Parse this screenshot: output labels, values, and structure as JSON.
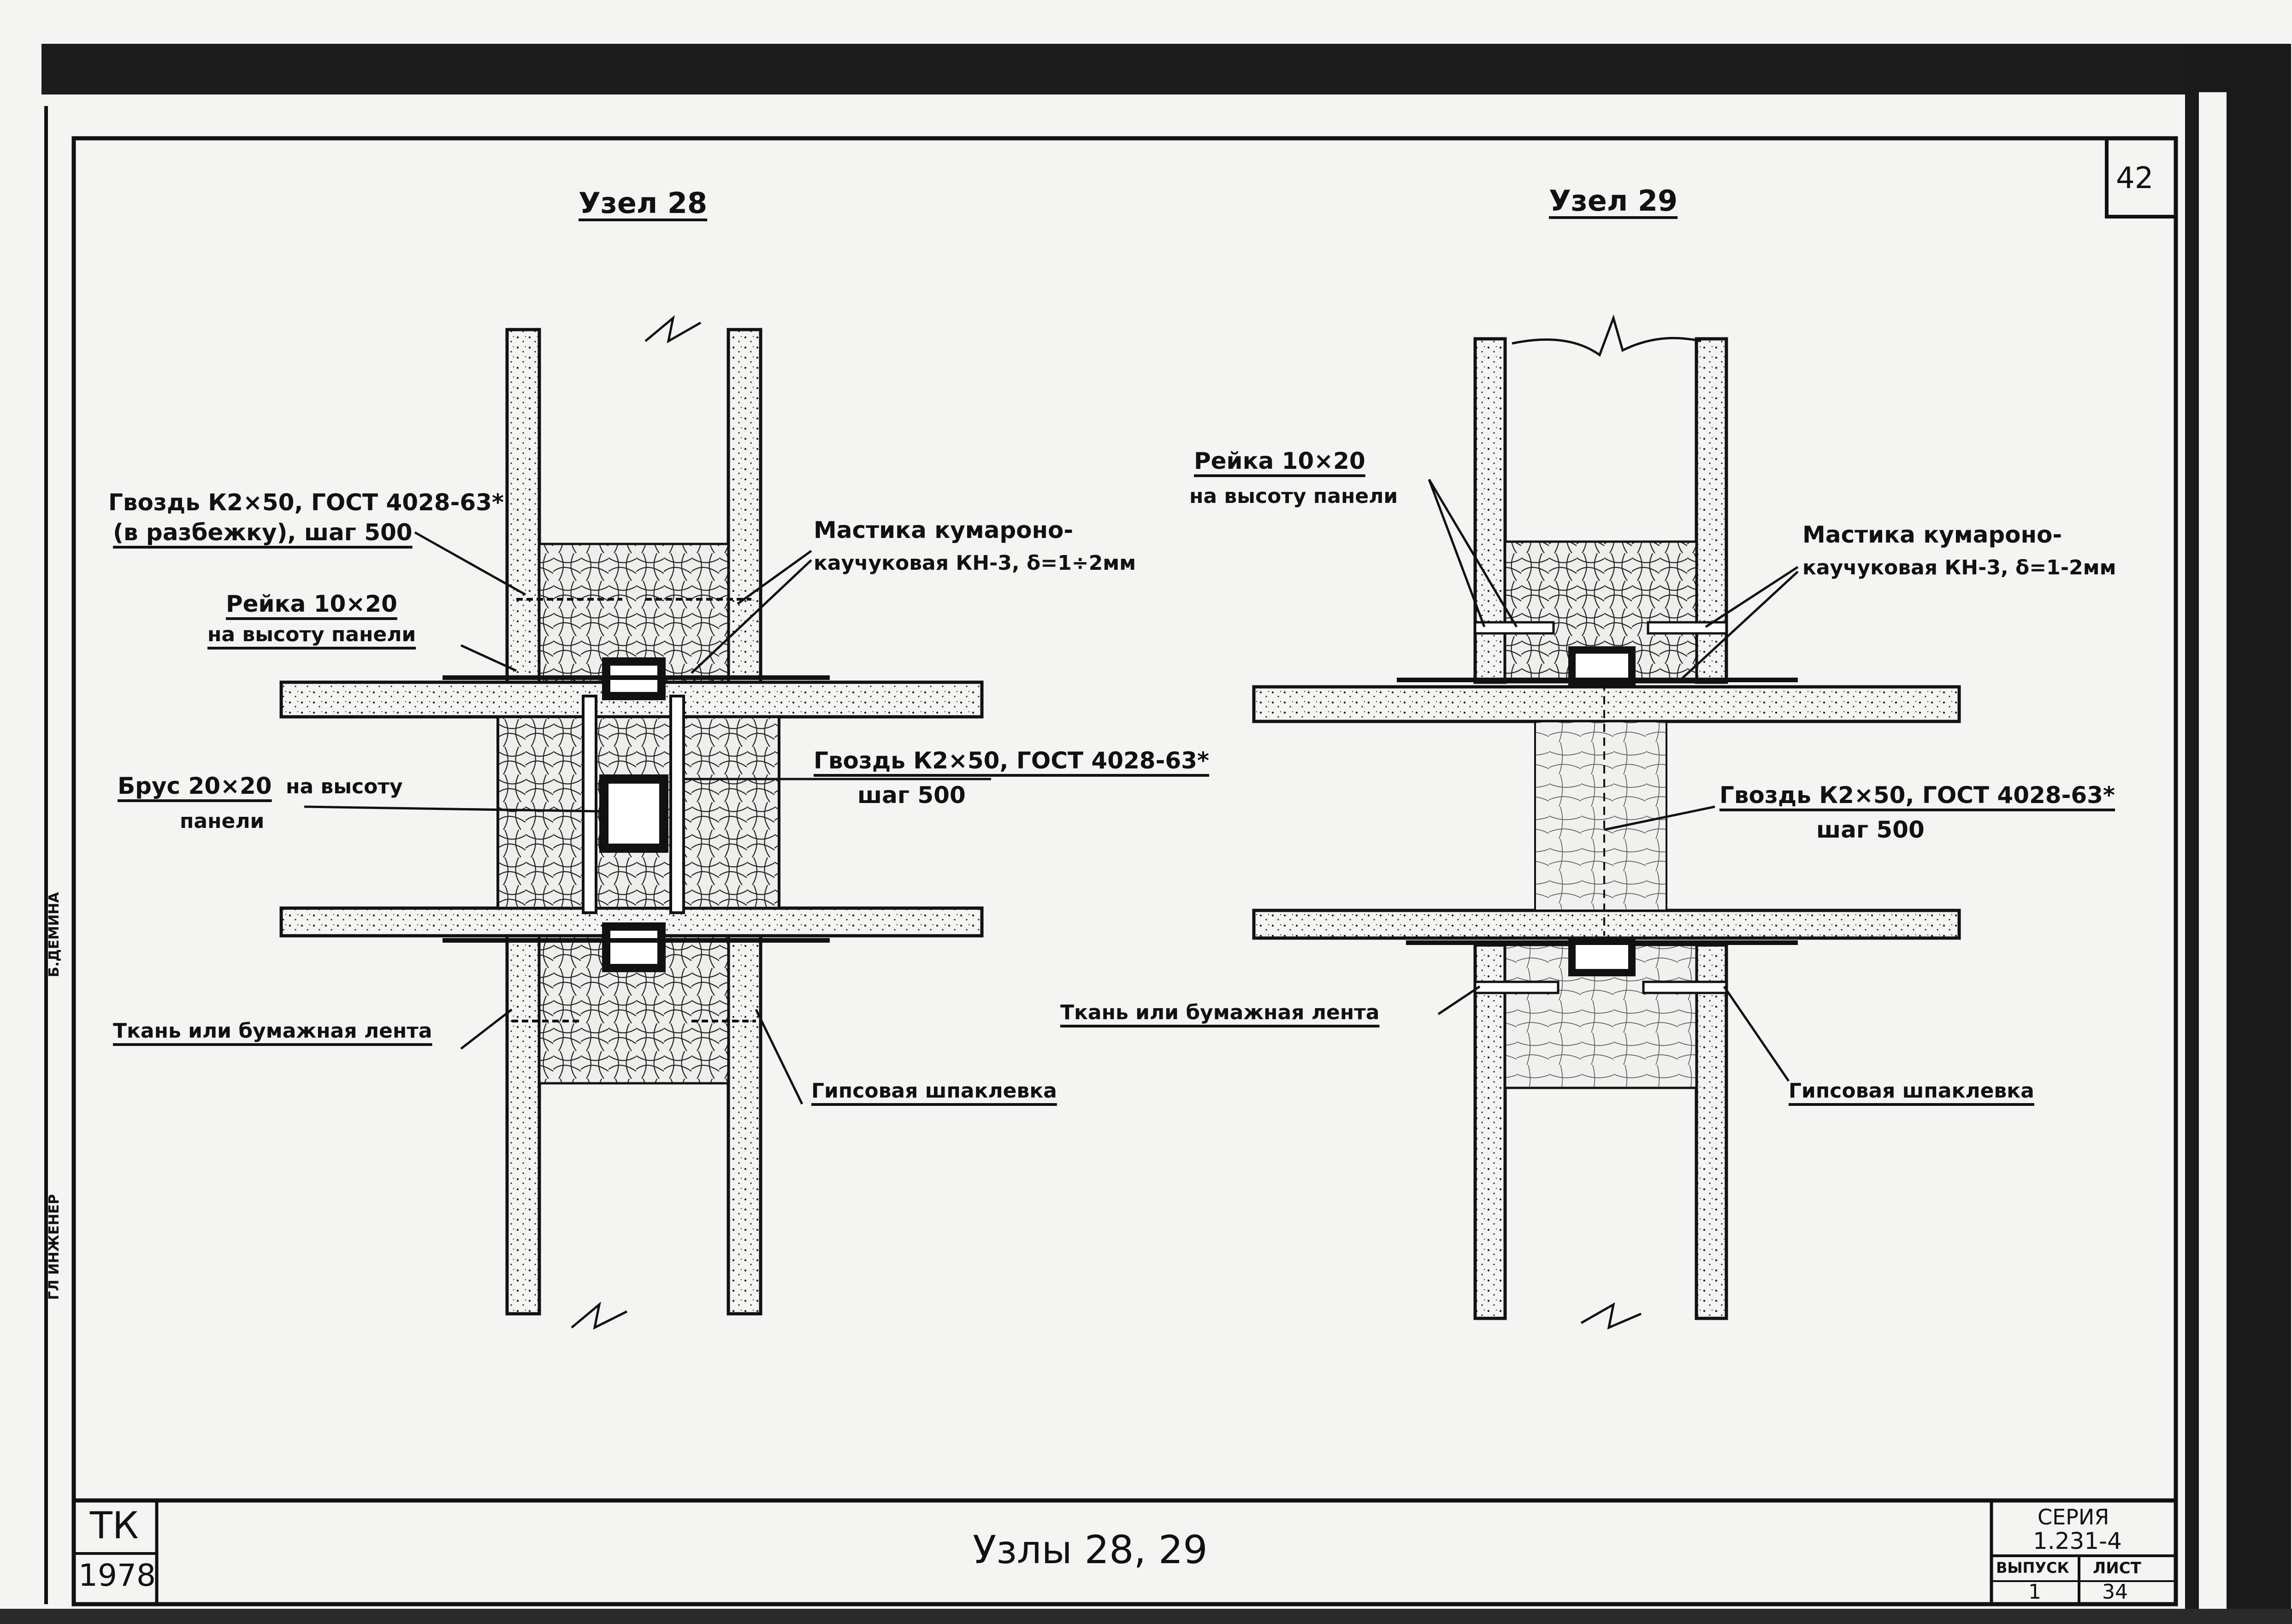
{
  "sheet": {
    "page_number": "42",
    "title": "Узлы 28, 29",
    "stamp_org": "ТК",
    "stamp_year": "1978",
    "series_label": "СЕРИЯ",
    "series_value": "1.231-4",
    "issue_label": "ВЫПУСК",
    "issue_value": "1",
    "sheet_label": "ЛИСТ",
    "sheet_value": "34",
    "side_text_1": "ГЛ ИНЖЕНЕР",
    "side_text_2": "Б.ДЕМИНА"
  },
  "node28": {
    "title": "Узел 28",
    "labels": {
      "nail_top_1": "Гвоздь К2×50, ГОСТ 4028-63*",
      "nail_top_2": "(в разбежку), шаг 500",
      "rail_1": "Рейка 10×20",
      "rail_2": "на высоту панели",
      "mastic_1": "Мастика кумароно-",
      "mastic_2": "каучуковая КН-3, δ=1÷2мм",
      "beam_1": "Брус 20×20",
      "beam_2": "на высоту",
      "beam_3": "панели",
      "nail_mid_1": "Гвоздь К2×50, ГОСТ 4028-63*",
      "nail_mid_2": "шаг 500",
      "tape": "Ткань или бумажная лента",
      "putty": "Гипсовая шпаклевка"
    }
  },
  "node29": {
    "title": "Узел 29",
    "labels": {
      "rail_1": "Рейка 10×20",
      "rail_2": "на высоту панели",
      "mastic_1": "Мастика кумароно-",
      "mastic_2": "каучуковая КН-3, δ=1-2мм",
      "nail_1": "Гвоздь К2×50, ГОСТ 4028-63*",
      "nail_2": "шаг 500",
      "tape": "Ткань или бумажная лента",
      "putty": "Гипсовая шпаклевка"
    }
  },
  "colors": {
    "ink": "#111111",
    "paper": "#f4f4f2",
    "fill_light": "#ececea"
  }
}
